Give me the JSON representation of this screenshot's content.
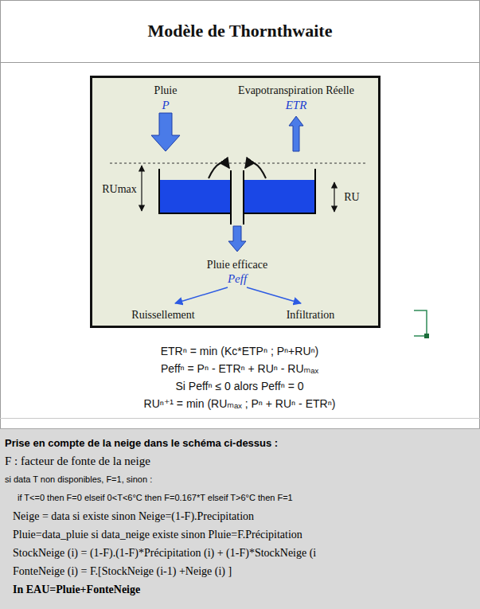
{
  "diagram": {
    "title": "Modèle de Thornthwaite",
    "nodes": [
      {
        "text": [
          "Pluie",
          "P",
          "Evapotranspiration Réelle",
          "ETR",
          "RUmax",
          "RU",
          "Pluie efficace",
          "Peff",
          "Ruissellement",
          "Infiltration"
        ]
      },
      {
        "text": [
          "Prise en compte de la neige dans le schéma ci-dessus :",
          "F : facteur de fonte de la neige",
          "si data T non disponibles, F=1, sinon :",
          "if T<=0 then F=0 elseif 0<T<6°C then F=0.167*T elseif T>6°C then F=1",
          "Neige = data si existe sinon Neige=(1-F).Precipitation",
          "Pluie=data_pluie si data_neige existe sinon Pluie=F.Précipitation",
          "StockNeige (i) = (1-F).(1-F)*Précipitation (i) + (1-F)*StockNeige (i",
          "FonteNeige (i) = F.[StockNeige (i-1) +Neige (i) ]",
          "In EAU=Pluie+FonteNeige"
        ]
      }
    ],
    "labels": [
      "ETRⁿ = min (Kc*ETPⁿ ; Pⁿ+RUⁿ)",
      "Peffⁿ = Pⁿ - ETRⁿ + RUⁿ - RUₘₐₓ",
      "Si Peffⁿ ≤ 0 alors Peffⁿ = 0",
      "RUⁿ⁺¹ = min (RUₘₐₓ ; Pⁿ + RUⁿ - ETRⁿ)"
    ]
  }
}
